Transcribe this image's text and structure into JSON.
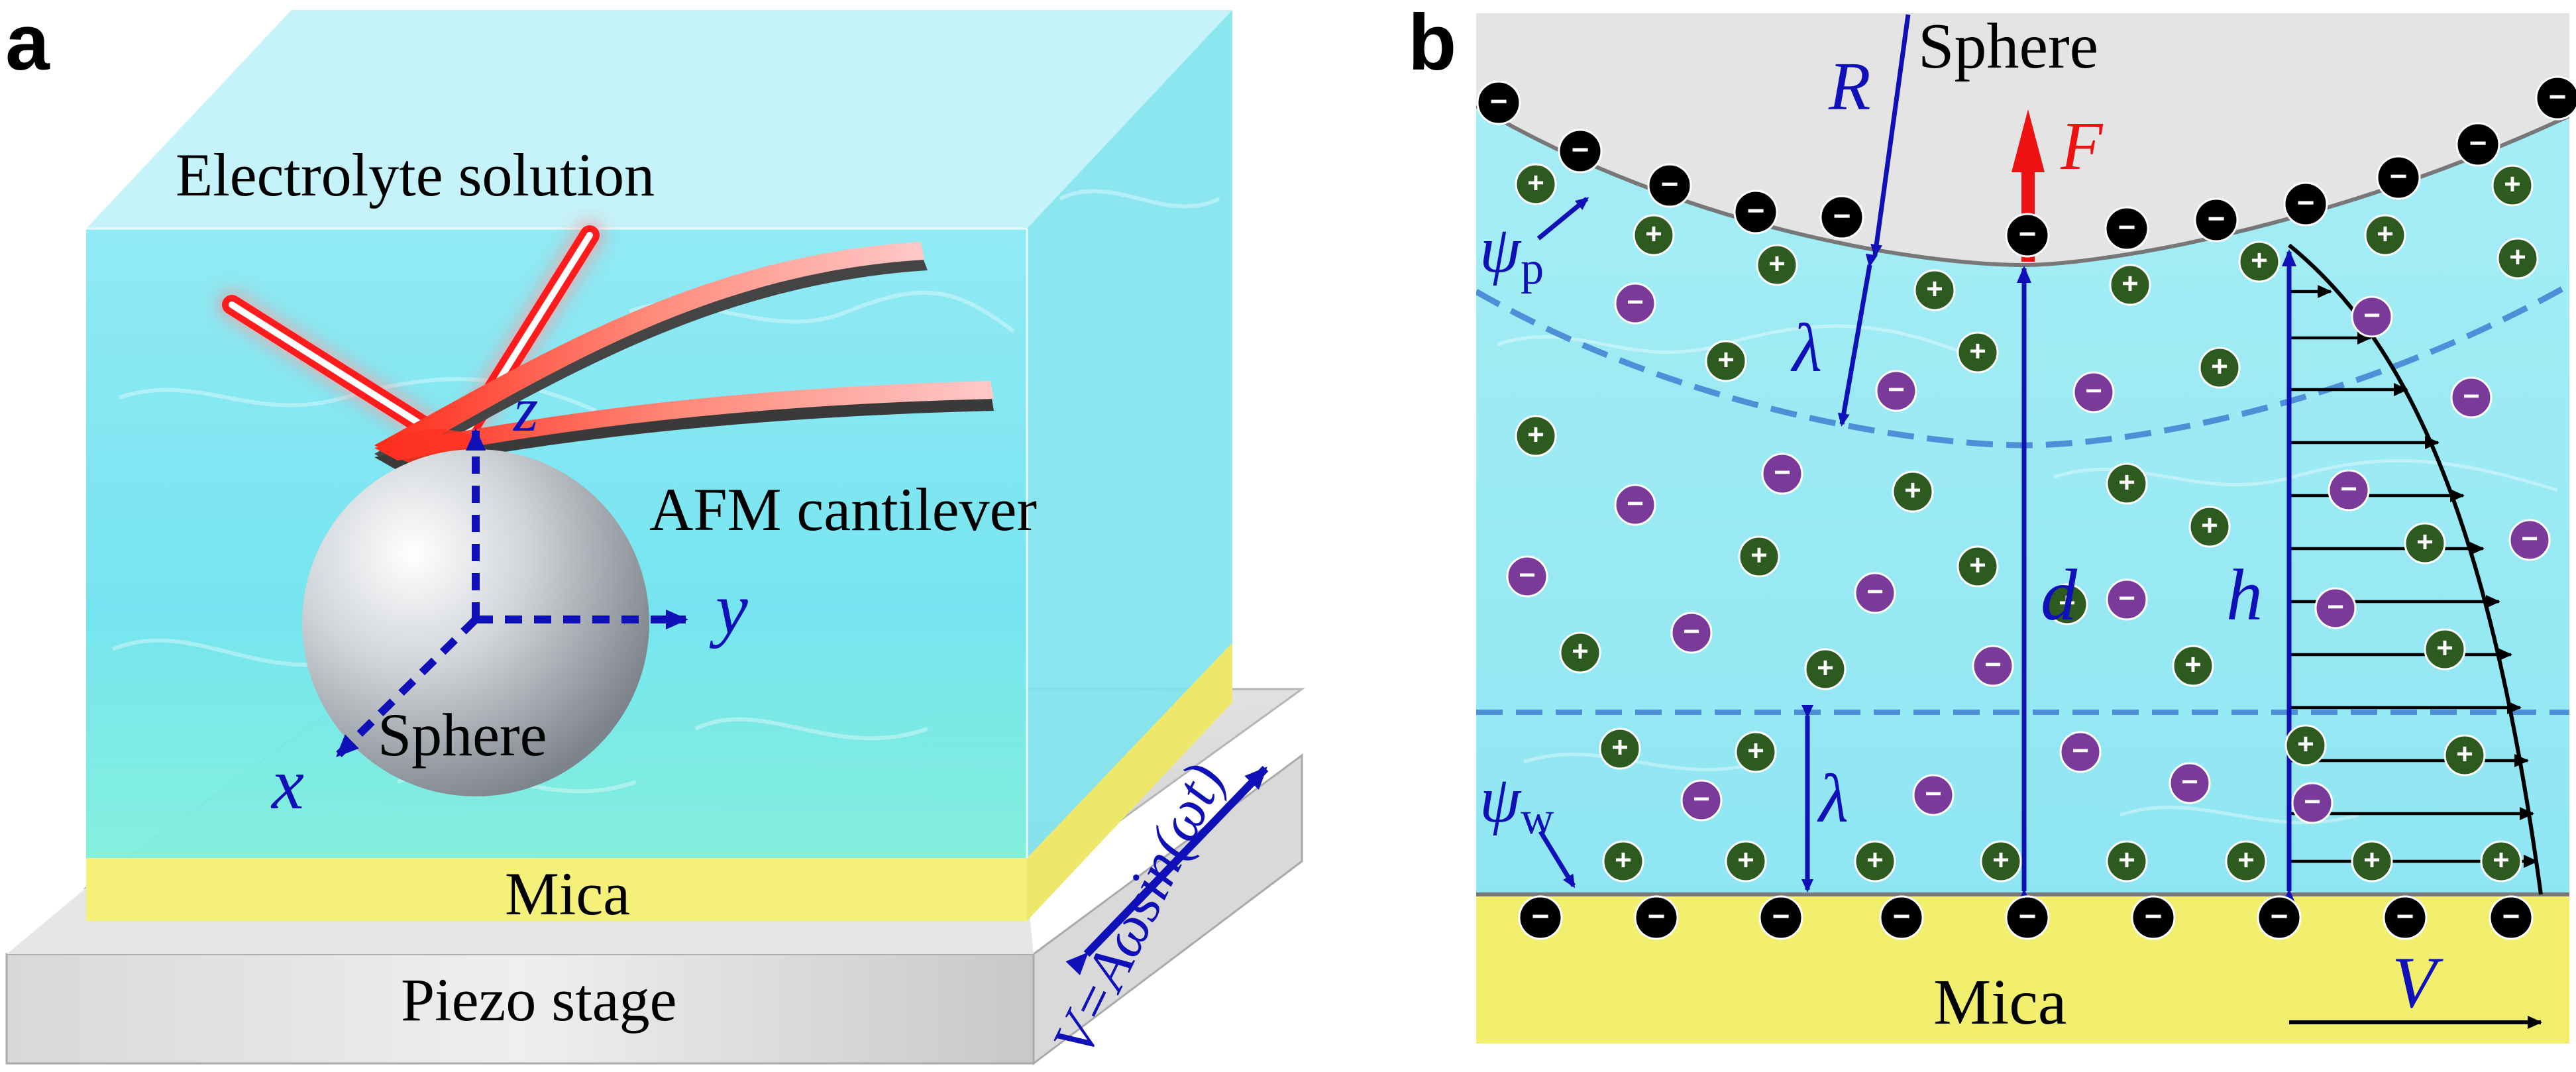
{
  "panel_a": {
    "letter": "a",
    "electrolyte_label": "Electrolyte solution",
    "cantilever_label": "AFM cantilever",
    "sphere_label": "Sphere",
    "mica_label": "Mica",
    "piezo_label": "Piezo stage",
    "axis_z": "z",
    "axis_y": "y",
    "axis_x": "x",
    "velocity_label": "V=Aωsin(ωt)"
  },
  "panel_b": {
    "letter": "b",
    "sphere_label": "Sphere",
    "mica_label": "Mica",
    "R": "R",
    "F": "F",
    "psi_p_symbol": "ψ",
    "psi_p_sub": "p",
    "psi_w_symbol": "ψ",
    "psi_w_sub": "w",
    "lambda_top": "λ",
    "lambda_bottom": "λ",
    "d": "d",
    "h": "h",
    "V": "V",
    "ion_plus": "+",
    "ion_minus": "−"
  },
  "colors": {
    "water": "#5fdfef",
    "mica": "#f2ee6e",
    "sphere_face": "#e6e6e6",
    "cation": "#2d5a1e",
    "anion": "#7a3a9a",
    "surface_charge": "#000000",
    "annotation_blue": "#1010b8",
    "force_red": "#ee1111",
    "debye_line": "#4f8fd8"
  }
}
